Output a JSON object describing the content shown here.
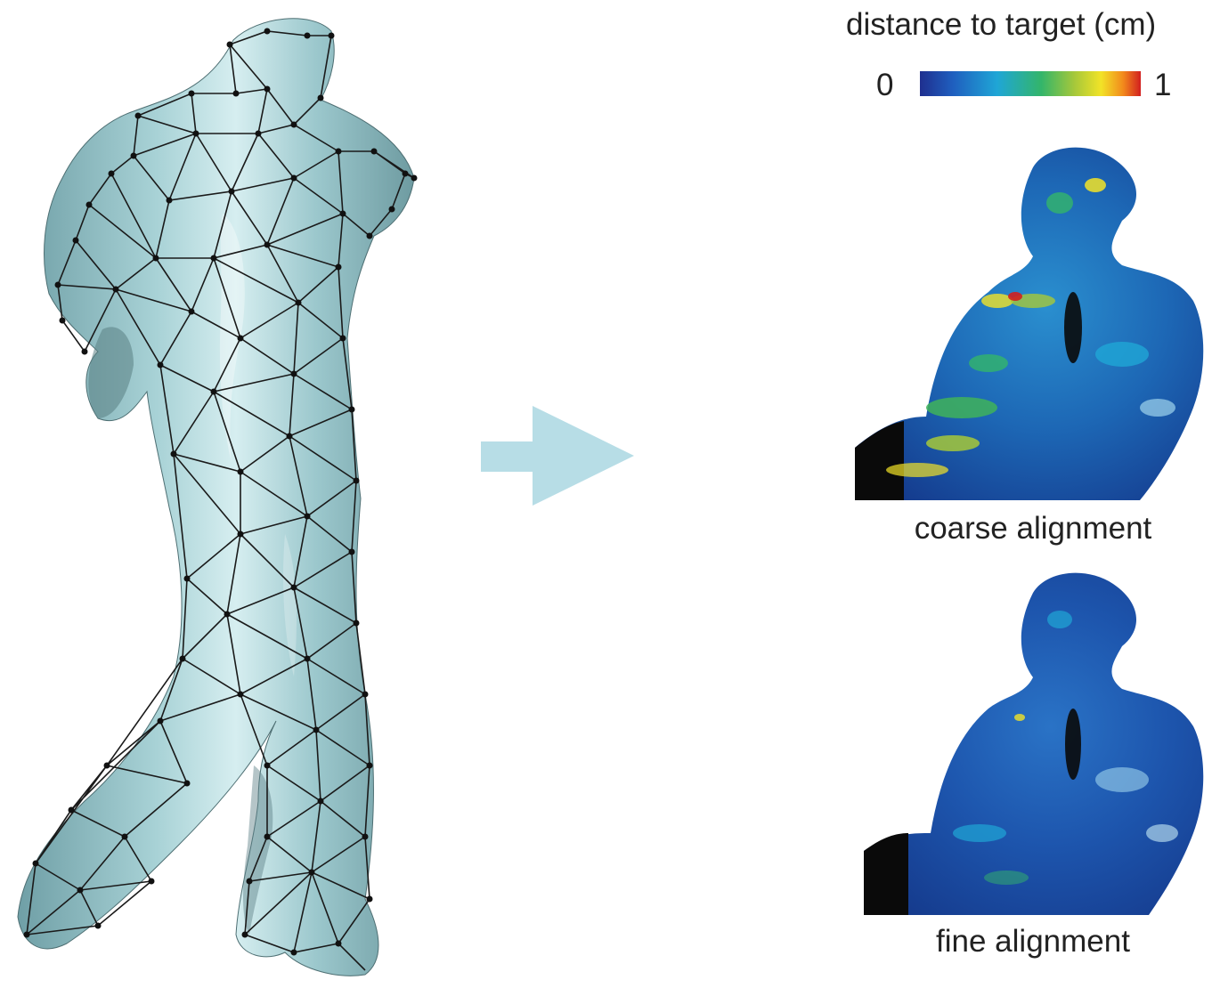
{
  "legend": {
    "title": "distance to target (cm)",
    "min_label": "0",
    "max_label": "1",
    "colormap": [
      "#1f2f8f",
      "#1f5fbf",
      "#1fa6d6",
      "#33b56a",
      "#a6c83a",
      "#f2e327",
      "#f28a1c",
      "#d21f1f"
    ]
  },
  "panels": [
    {
      "caption": "coarse alignment"
    },
    {
      "caption": "fine alignment"
    }
  ],
  "colors": {
    "mesh_surface": "#8fc1c6",
    "arrow": "#b7dde6"
  },
  "icons": {
    "arrow": "right-arrow-icon"
  }
}
